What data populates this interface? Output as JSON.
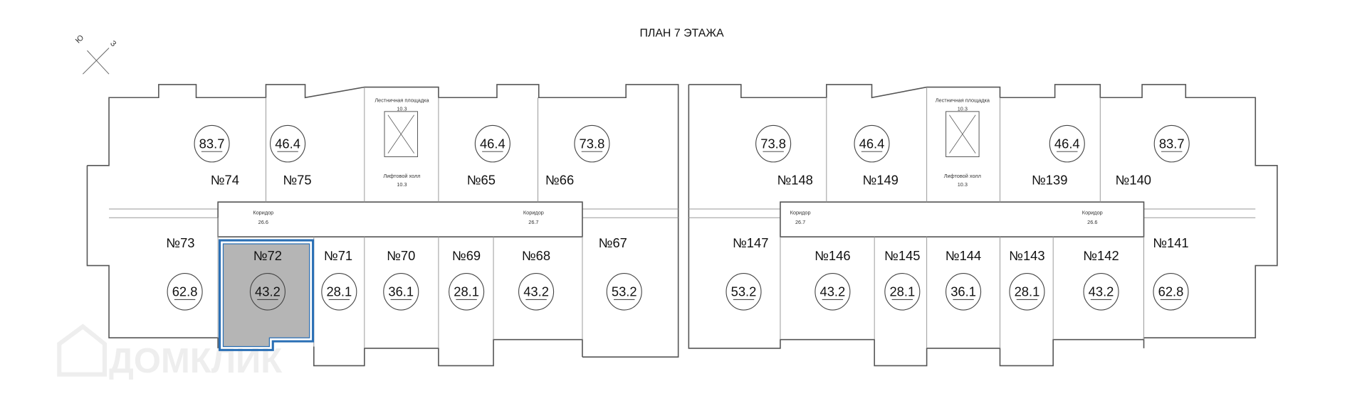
{
  "title": "ПЛАН 7 ЭТАЖА",
  "compass": {
    "south": "Ю",
    "west": "З"
  },
  "watermark": "ДОМКЛИК",
  "highlight_color": "#2a6fb5",
  "selected_apartment": "№72",
  "common_areas": {
    "stair_landing": {
      "label": "Лестничная площадка",
      "area": "10.3"
    },
    "lift_hall": {
      "label": "Лифтовой холл",
      "area": "10.3"
    },
    "corridor_label": "Коридор",
    "corridors": [
      "26.6",
      "26.7",
      "26.7",
      "26.6"
    ]
  },
  "apartments": [
    {
      "num": "№74",
      "area": "83.7"
    },
    {
      "num": "№75",
      "area": "46.4"
    },
    {
      "num": "№65",
      "area": "46.4"
    },
    {
      "num": "№66",
      "area": "73.8"
    },
    {
      "num": "№148",
      "area": "73.8"
    },
    {
      "num": "№149",
      "area": "46.4"
    },
    {
      "num": "№139",
      "area": "46.4"
    },
    {
      "num": "№140",
      "area": "83.7"
    },
    {
      "num": "№73",
      "area": "62.8"
    },
    {
      "num": "№72",
      "area": "43.2"
    },
    {
      "num": "№71",
      "area": "28.1"
    },
    {
      "num": "№70",
      "area": "36.1"
    },
    {
      "num": "№69",
      "area": "28.1"
    },
    {
      "num": "№68",
      "area": "43.2"
    },
    {
      "num": "№67",
      "area": "53.2"
    },
    {
      "num": "№147",
      "area": "53.2"
    },
    {
      "num": "№146",
      "area": "43.2"
    },
    {
      "num": "№145",
      "area": "28.1"
    },
    {
      "num": "№144",
      "area": "36.1"
    },
    {
      "num": "№143",
      "area": "28.1"
    },
    {
      "num": "№142",
      "area": "43.2"
    },
    {
      "num": "№141",
      "area": "62.8"
    }
  ]
}
